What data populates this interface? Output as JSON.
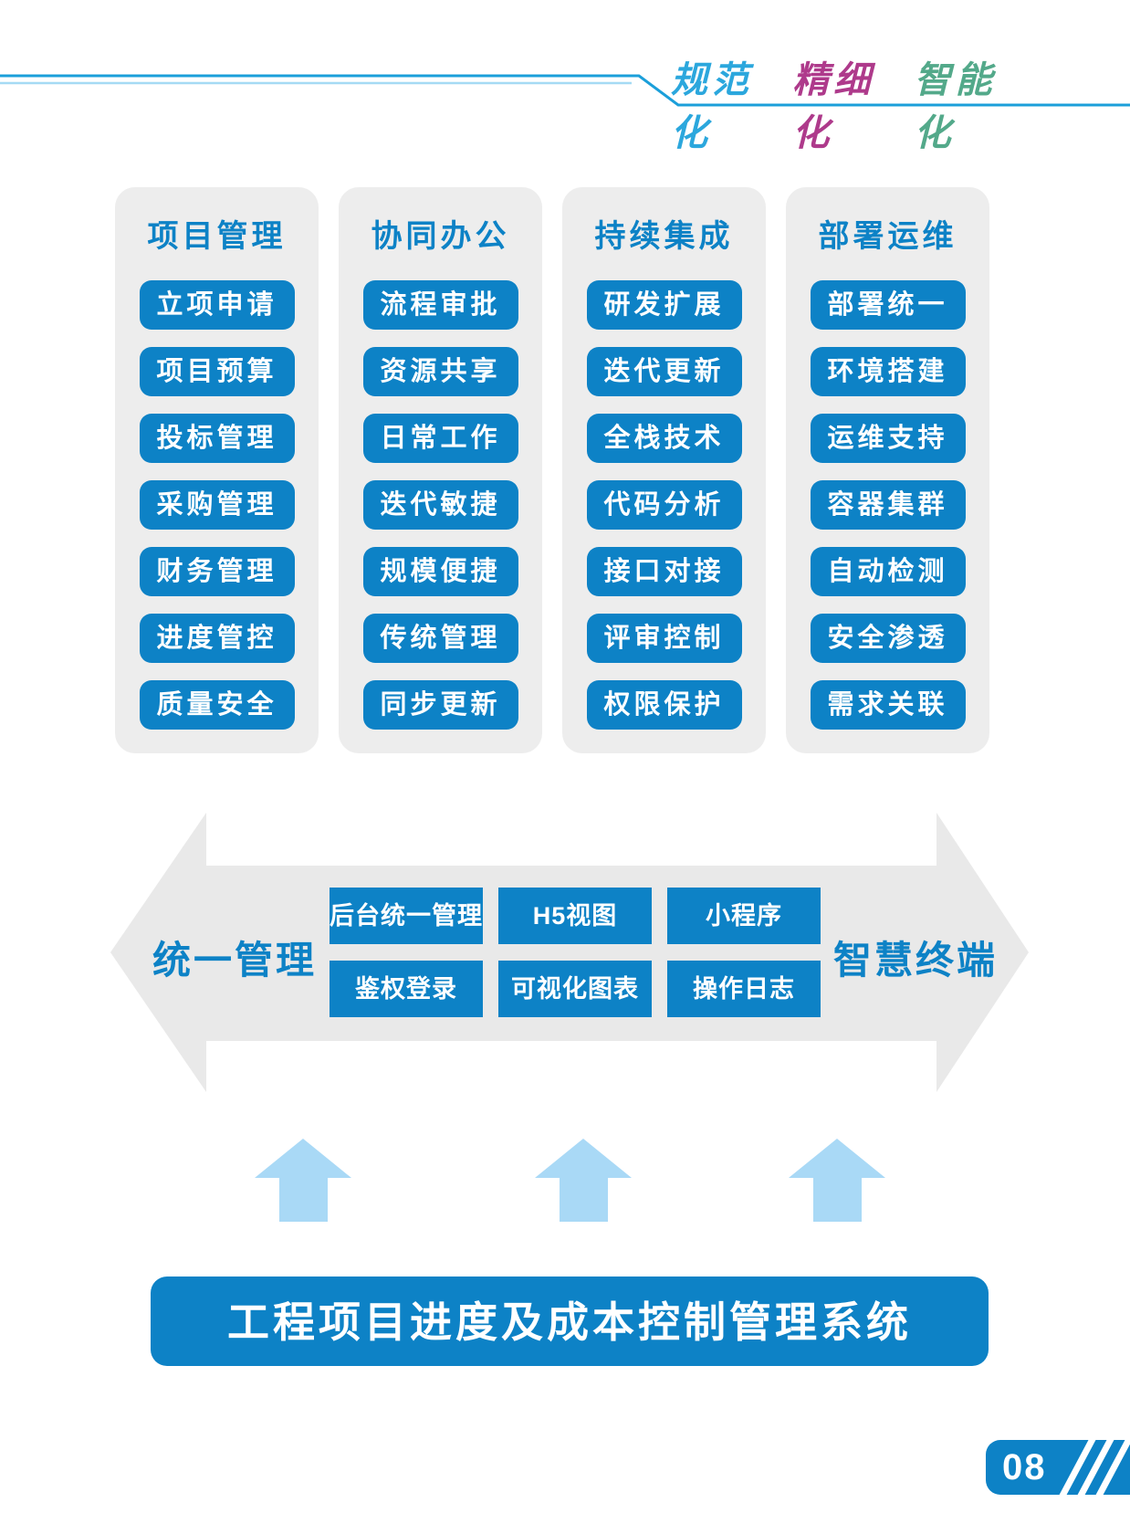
{
  "header": {
    "slogans": [
      {
        "text": "规范化",
        "color": "#2ba7dd"
      },
      {
        "text": "精细化",
        "color": "#ae3a8b"
      },
      {
        "text": "智能化",
        "color": "#53a98a"
      }
    ]
  },
  "columns": [
    {
      "title": "项目管理",
      "items": [
        "立项申请",
        "项目预算",
        "投标管理",
        "采购管理",
        "财务管理",
        "进度管控",
        "质量安全"
      ]
    },
    {
      "title": "协同办公",
      "items": [
        "流程审批",
        "资源共享",
        "日常工作",
        "迭代敏捷",
        "规模便捷",
        "传统管理",
        "同步更新"
      ]
    },
    {
      "title": "持续集成",
      "items": [
        "研发扩展",
        "迭代更新",
        "全栈技术",
        "代码分析",
        "接口对接",
        "评审控制",
        "权限保护"
      ]
    },
    {
      "title": "部署运维",
      "items": [
        "部署统一",
        "环境搭建",
        "运维支持",
        "容器集群",
        "自动检测",
        "安全渗透",
        "需求关联"
      ]
    }
  ],
  "flow": {
    "left_label": "统一管理",
    "right_label": "智慧终端",
    "boxes_row1": [
      "后台统一管理",
      "H5视图",
      "小程序"
    ],
    "boxes_row2": [
      "鉴权登录",
      "可视化图表",
      "操作日志"
    ]
  },
  "banner": {
    "title": "工程项目进度及成本控制管理系统"
  },
  "footer": {
    "page_number": "08"
  },
  "colors": {
    "primary_blue": "#0d82c6",
    "panel_gray": "#ededed",
    "arrow_gray": "#e9e9e9",
    "light_blue_arrow": "#a9d9f6",
    "header_line_blue": "#1b9fda",
    "header_line_light": "#a5daf4"
  }
}
